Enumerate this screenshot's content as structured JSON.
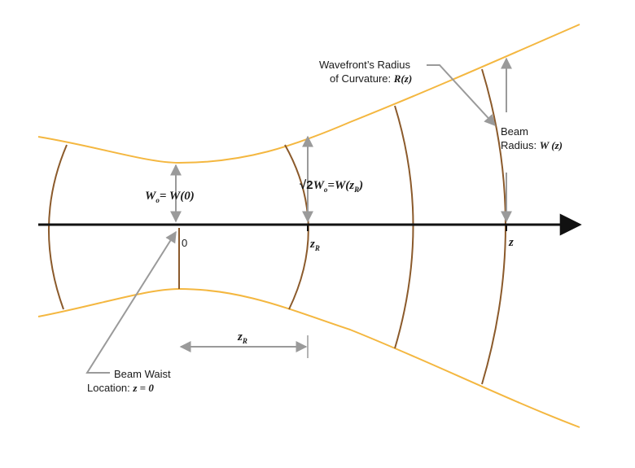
{
  "colors": {
    "beam": "#F4B740",
    "wavefront": "#8B5A2B",
    "arrow": "#9a9a9a",
    "axis": "#111111"
  },
  "labels": {
    "origin": "0",
    "zr_axis_main": "z",
    "zr_axis_sub": "R",
    "z_axis": "z",
    "waist_eq_w": "W",
    "waist_eq_sub": "o",
    "waist_eq_rest": "= W(0)",
    "zr_eq_sqrt": "√",
    "zr_eq_2": "2",
    "zr_eq_w": "W",
    "zr_eq_sub": "o",
    "zr_eq_mid": "=W(z",
    "zr_eq_sub2": "R",
    "zr_eq_end": ")",
    "zr_span_main": "z",
    "zr_span_sub": "R",
    "beam_waist_line1": "Beam Waist",
    "beam_waist_line2_text": "Location: ",
    "beam_waist_line2_math": "z = 0",
    "curvature_line1": "Wavefront’s Radius",
    "curvature_line2_text": "of Curvature: ",
    "curvature_line2_math": "R(z)",
    "beam_radius_line1": "Beam",
    "beam_radius_line2_text": "Radius: ",
    "beam_radius_line2_math": "W (z)"
  }
}
